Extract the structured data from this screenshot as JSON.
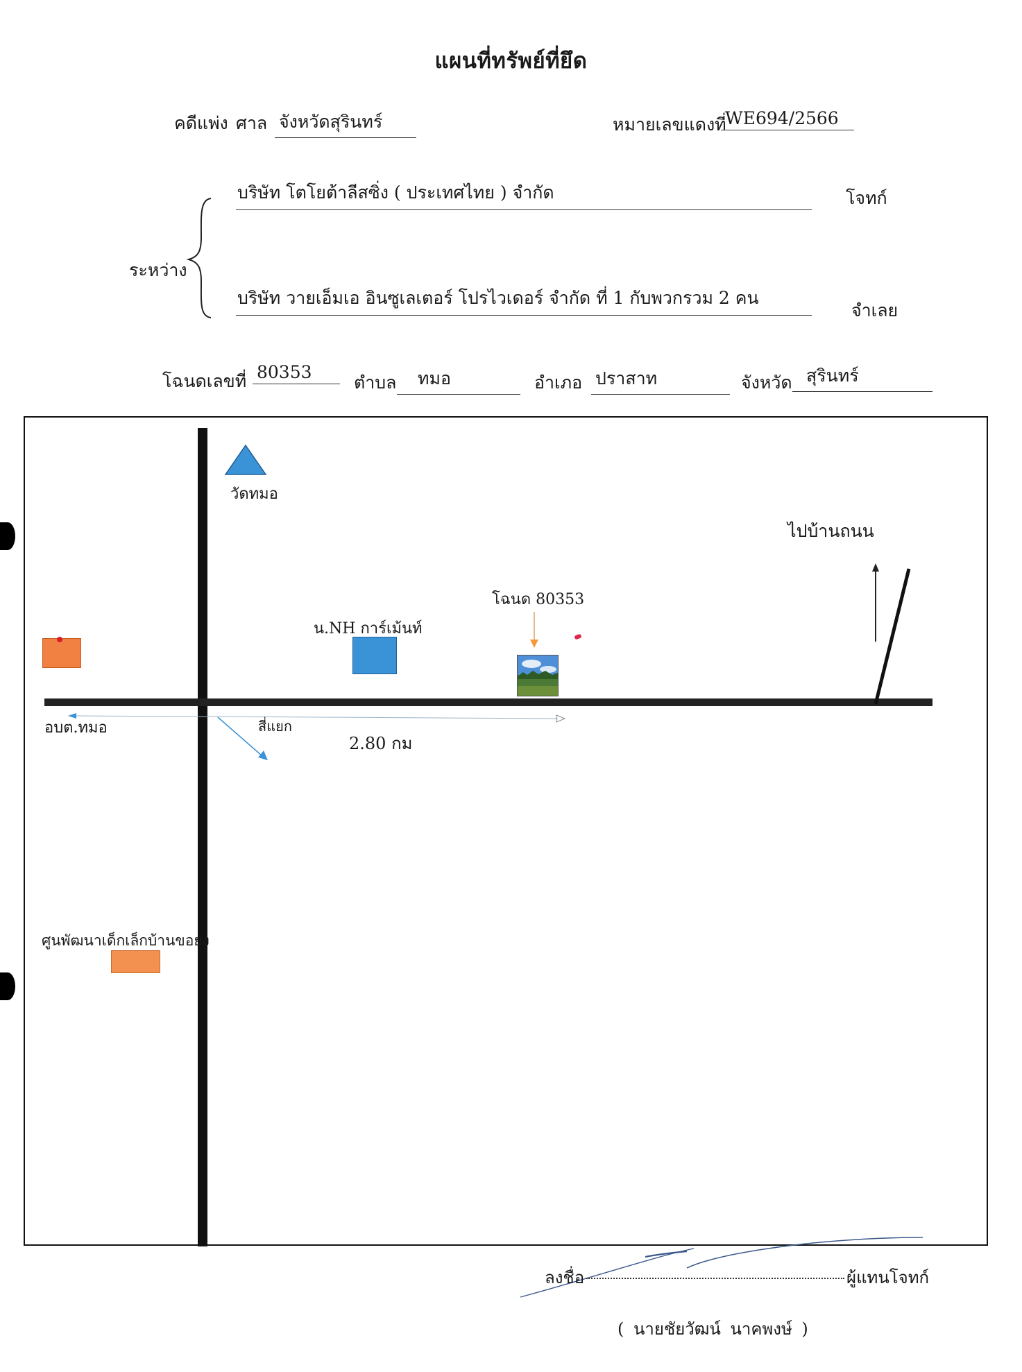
{
  "document": {
    "title": "แผนที่ทรัพย์ที่ยึด",
    "case": {
      "civil_label": "คดีแพ่ง",
      "court_label": "ศาล",
      "court_value": "จังหวัดสุรินทร์",
      "red_no_label": "หมายเลขแดงที่",
      "red_no_value": "WE694/2566"
    },
    "parties": {
      "between_label": "ระหว่าง",
      "plaintiff": "บริษัท โตโยต้าลีสซิ่ง ( ประเทศไทย ) จำกัด",
      "plaintiff_role": "โจทก์",
      "defendant": "บริษัท วายเอ็มเอ อินซูเลเตอร์ โปรไวเดอร์ จำกัด ที่ 1 กับพวกรวม 2 คน",
      "defendant_role": "จำเลย"
    },
    "deed": {
      "deed_label": "โฉนดเลขที่",
      "deed_value": "80353",
      "subdistrict_label": "ตำบล",
      "subdistrict_value": "ทมอ",
      "district_label": "อำเภอ",
      "district_value": "ปราสาท",
      "province_label": "จังหวัด",
      "province_value": "สุรินทร์"
    },
    "map": {
      "temple_label": "วัดทมอ",
      "to_village_label": "ไปบ้านถนน",
      "deed_marker_label": "โฉนด 80353",
      "garment_label": "น.NH การ์เม้นท์",
      "sao_label": "อบต.ทมอ",
      "intersection_label": "สี่แยก",
      "distance_label": "2.80 กม",
      "childcare_label": "ศูนพัฒนาเด็กเล็กบ้านขอยง"
    },
    "signature": {
      "sign_label": "ลงชื่อ",
      "signer_role": "ผู้แทนโจทก์",
      "signer_name": "( นายชัยวัฒน์  นาคพงษ์ )"
    },
    "colors": {
      "blue": "#3a93d6",
      "orange": "#f08143",
      "road": "#111111"
    }
  }
}
